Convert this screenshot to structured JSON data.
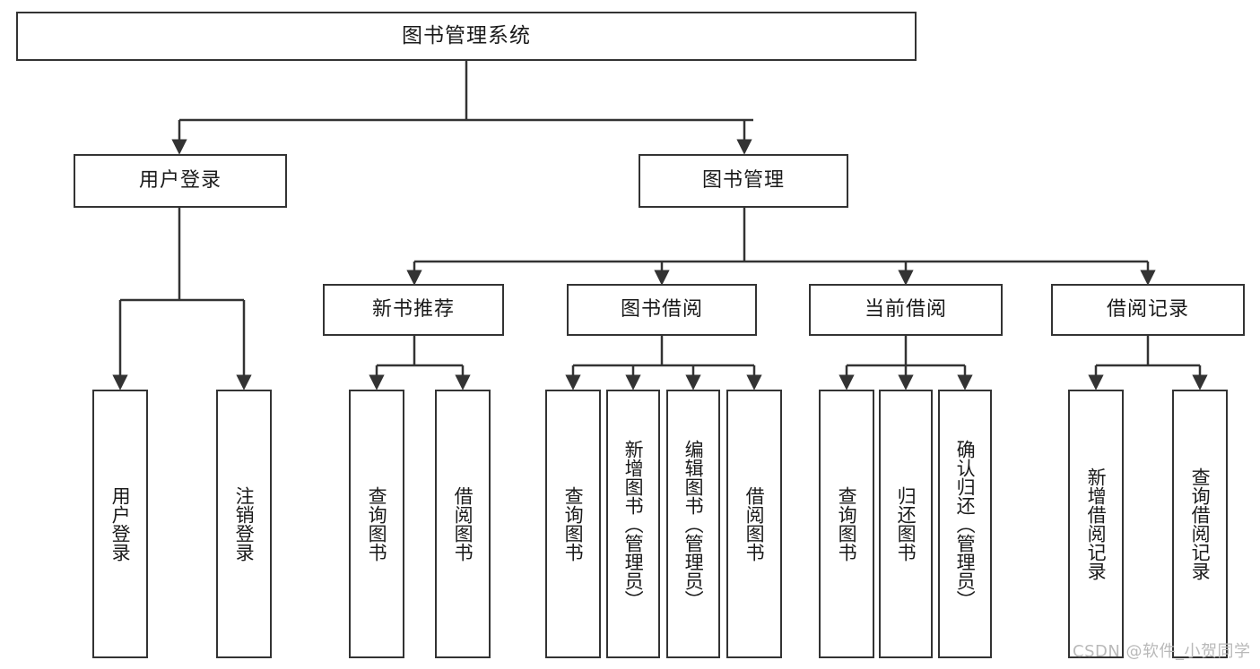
{
  "diagram": {
    "title": "图书管理系统",
    "type": "tree-hierarchy-diagram",
    "watermark": "CSDN @软件_小贺同学",
    "colors": {
      "background": "#ffffff",
      "box_border": "#333333",
      "box_fill": "#ffffff",
      "text": "#1a1a1a",
      "connector": "#333333",
      "watermark": "#b9b9b9"
    },
    "nodes": {
      "root": {
        "label": "图书管理系统"
      },
      "level2": [
        {
          "label": "用户登录"
        },
        {
          "label": "图书管理"
        }
      ],
      "level3": [
        {
          "label": "新书推荐"
        },
        {
          "label": "图书借阅"
        },
        {
          "label": "当前借阅"
        },
        {
          "label": "借阅记录"
        }
      ],
      "leaves": {
        "user_login": [
          {
            "label": "用户登录"
          },
          {
            "label": "注销登录"
          }
        ],
        "new_book_recommend": [
          {
            "label": "查询图书"
          },
          {
            "label": "借阅图书"
          }
        ],
        "book_borrow": [
          {
            "label": "查询图书"
          },
          {
            "label": "新增图书（管理员）"
          },
          {
            "label": "编辑图书（管理员）"
          },
          {
            "label": "借阅图书"
          }
        ],
        "current_borrow": [
          {
            "label": "查询图书"
          },
          {
            "label": "归还图书"
          },
          {
            "label": "确认归还（管理员）"
          }
        ],
        "borrow_record": [
          {
            "label": "新增借阅记录"
          },
          {
            "label": "查询借阅记录"
          }
        ]
      }
    }
  }
}
